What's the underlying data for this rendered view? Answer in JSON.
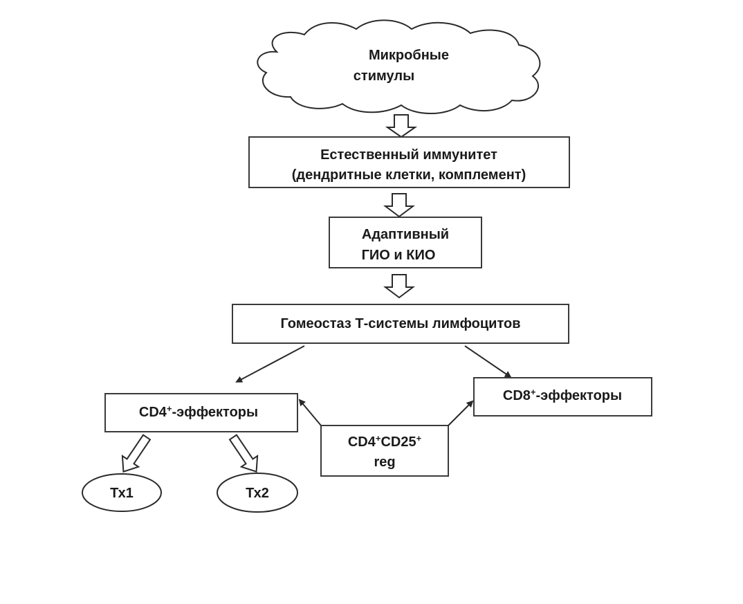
{
  "diagram": {
    "cloud": {
      "line1": "Микробные",
      "line2": "стимулы"
    },
    "innate": {
      "line1": "Естественный иммунитет",
      "line2": "(дендритные клетки, комплемент)"
    },
    "adaptive": {
      "line1": "Адаптивный",
      "line2": "ГИО  и КИО"
    },
    "homeostasis": {
      "label": "Гомеостаз Т-системы лимфоцитов"
    },
    "cd4": {
      "prefix": "CD4",
      "sup": "+",
      "suffix": "-эффекторы"
    },
    "cd8": {
      "prefix": "CD8",
      "sup": "+",
      "suffix": "-эффекторы"
    },
    "treg": {
      "p1": "CD4",
      "s1": "+",
      "p2": "CD25",
      "s2": "+",
      "line2": "reg"
    },
    "th1": {
      "label": "Тх1"
    },
    "th2": {
      "label": "Тх2"
    }
  }
}
